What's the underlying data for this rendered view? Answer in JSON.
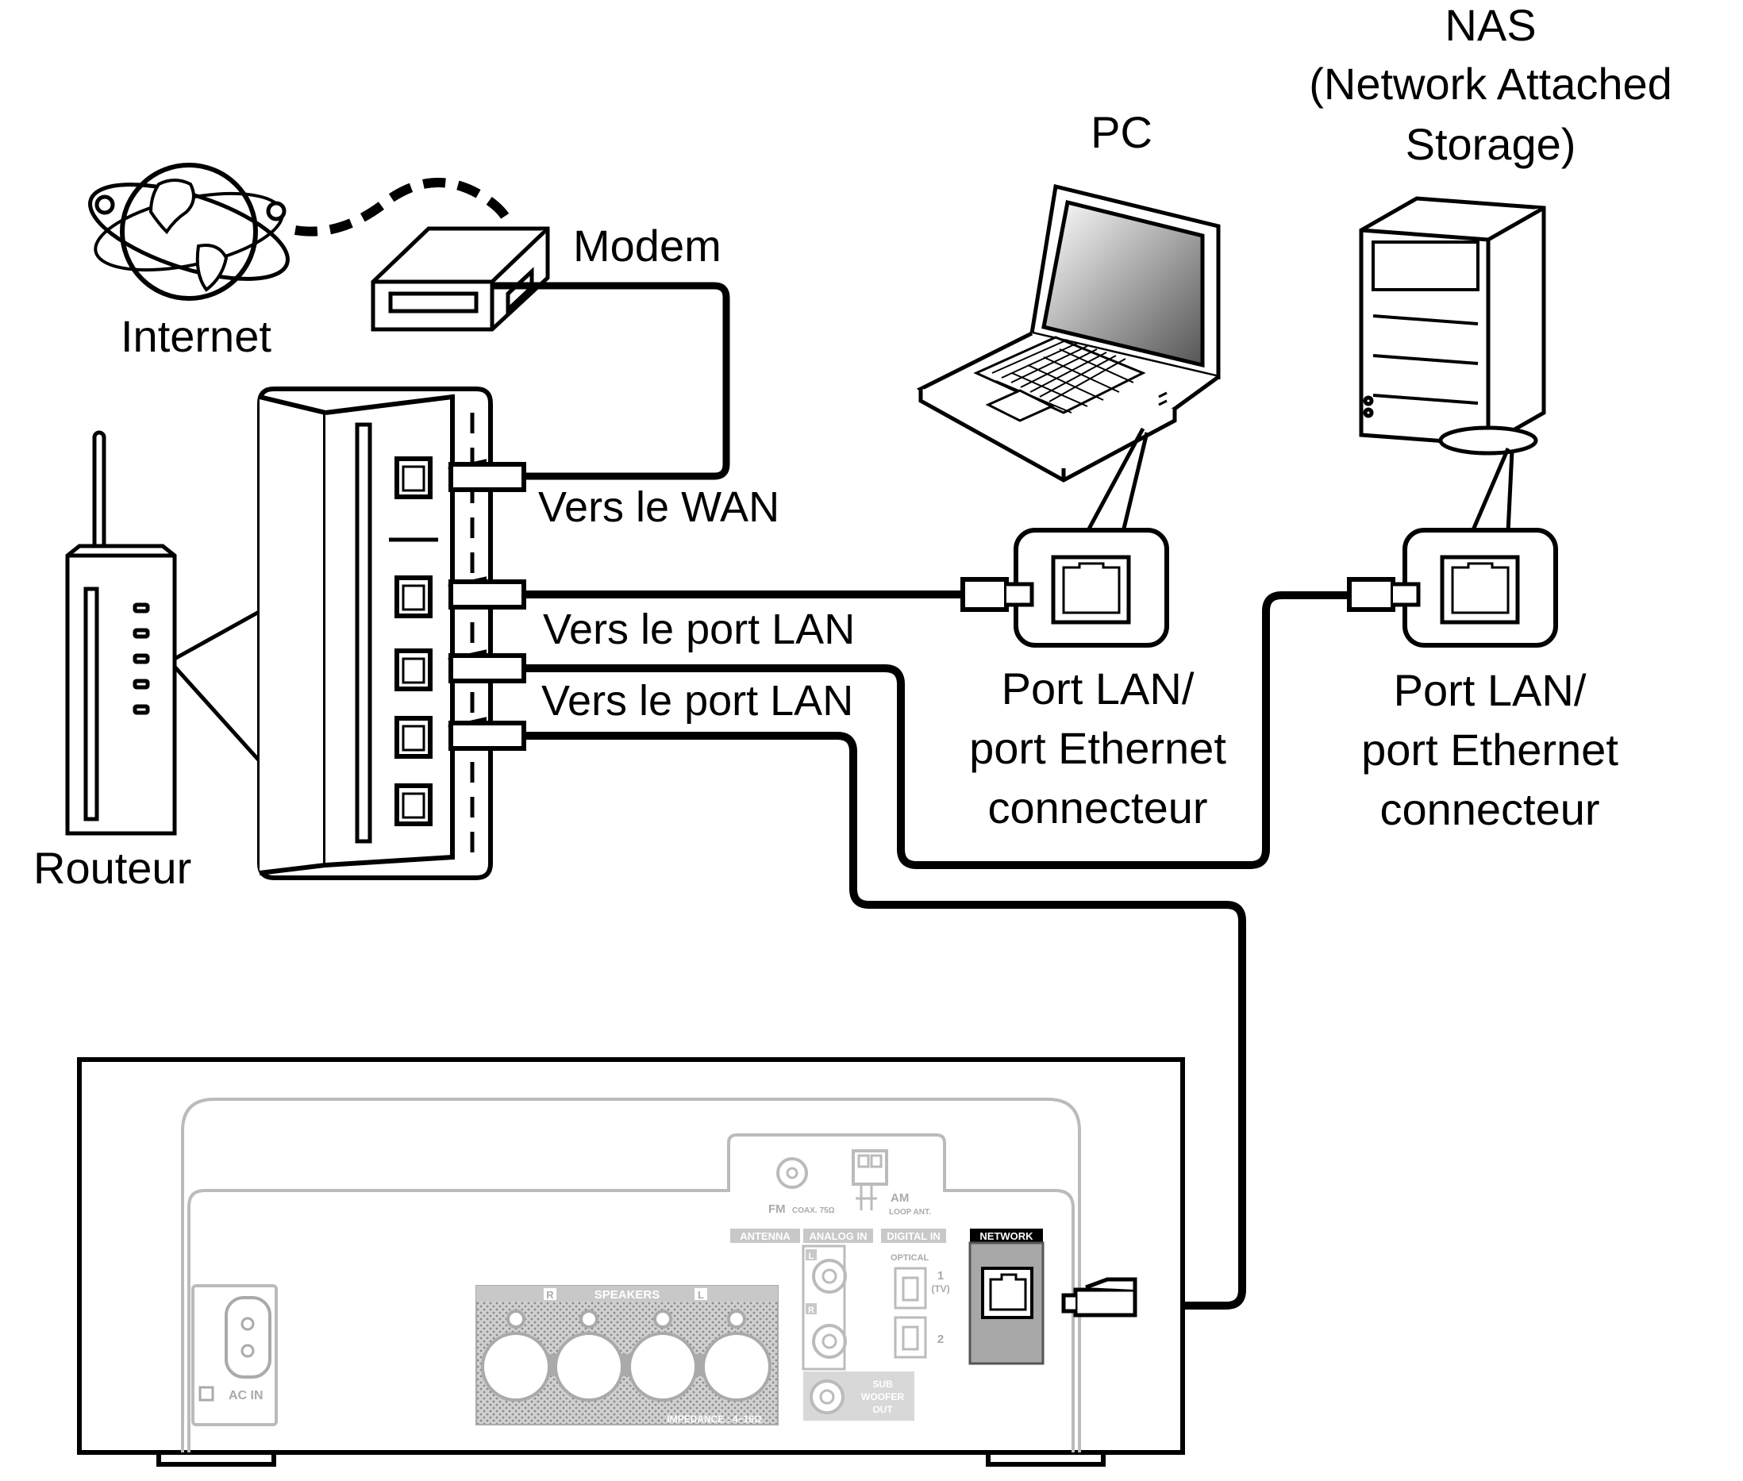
{
  "labels": {
    "internet": "Internet",
    "modem": "Modem",
    "router": "Routeur",
    "to_wan": "Vers le WAN",
    "to_lan_1": "Vers le port LAN",
    "to_lan_2": "Vers le port LAN",
    "pc": "PC",
    "nas_line1": "NAS",
    "nas_line2": "(Network Attached",
    "nas_line3": "Storage)",
    "pc_port_line1": "Port LAN/",
    "pc_port_line2": "port Ethernet",
    "pc_port_line3": "connecteur",
    "nas_port_line1": "Port LAN/",
    "nas_port_line2": "port Ethernet",
    "nas_port_line3": "connecteur"
  },
  "device_panel": {
    "fm_label": "FM",
    "fm_sub": "COAX. 75Ω",
    "am_label": "AM",
    "am_sub": "LOOP ANT.",
    "antenna": "ANTENNA",
    "analog_in": "ANALOG IN",
    "digital_in": "DIGITAL IN",
    "network": "NETWORK",
    "optical": "OPTICAL",
    "optical_1": "1",
    "optical_1_sub": "(TV)",
    "optical_2": "2",
    "analog_l": "L",
    "analog_r": "R",
    "speakers": "SPEAKERS",
    "speakers_r": "R",
    "speakers_l": "L",
    "impedance": "IMPEDANCE : 4~16Ω",
    "sub_woofer": "SUB",
    "sub_woofer_2": "WOOFER",
    "sub_woofer_3": "OUT",
    "ac_in": "AC IN"
  },
  "colors": {
    "line": "#000000",
    "panel_gray": "#c8c8c8",
    "panel_dark": "#9a9a9a",
    "network_tag": "#000000"
  }
}
